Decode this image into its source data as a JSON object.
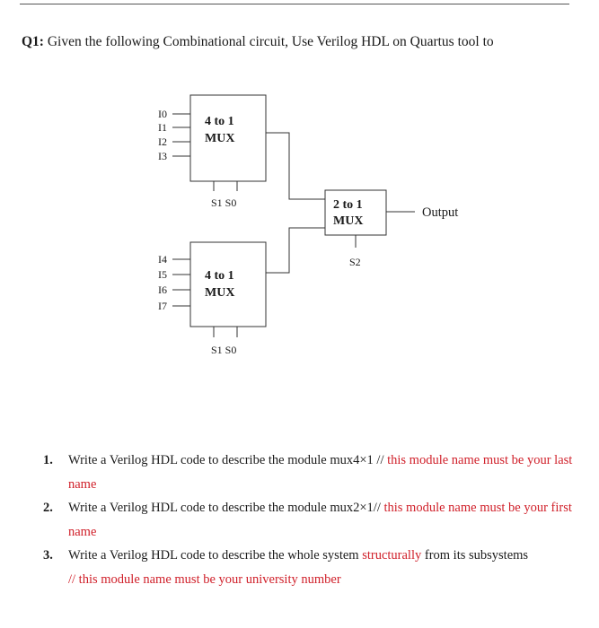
{
  "question": {
    "label": "Q1:",
    "text": "Given the following Combinational circuit, Use Verilog HDL on Quartus tool to"
  },
  "diagram": {
    "mux_top": {
      "line1": "4 to 1",
      "line2": "MUX"
    },
    "mux_bottom": {
      "line1": "4 to 1",
      "line2": "MUX"
    },
    "mux_final": {
      "line1": "2 to 1",
      "line2": "MUX"
    },
    "inputs_top": [
      "I0",
      "I1",
      "I2",
      "I3"
    ],
    "inputs_bottom": [
      "I4",
      "I5",
      "I6",
      "I7"
    ],
    "select_top": "S1 S0",
    "select_bottom": "S1 S0",
    "select_final": "S2",
    "output_label": "Output"
  },
  "tasks": [
    {
      "num": "1.",
      "text": "Write a Verilog HDL code to describe the module mux4×1 //",
      "note": " this module name must be your last name"
    },
    {
      "num": "2.",
      "text": "Write a Verilog HDL code to describe the module mux2×1//",
      "note": " this module name must be your first name"
    },
    {
      "num": "3.",
      "text_a": "Write a Verilog HDL code to describe the whole system ",
      "highlight": "structurally",
      "text_b": " from its subsystems",
      "note": "// this module name must be your university number"
    }
  ],
  "colors": {
    "accent": "#d0202a",
    "text": "#1a1a1a"
  }
}
